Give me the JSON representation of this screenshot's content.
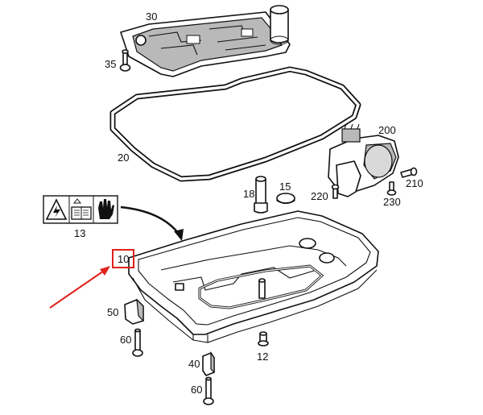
{
  "diagram": {
    "part_numbers": {
      "p30": "30",
      "p35": "35",
      "p20": "20",
      "p200": "200",
      "p210": "210",
      "p18": "18",
      "p15": "15",
      "p220": "220",
      "p230": "230",
      "p13": "13",
      "p10": "10",
      "p50": "50",
      "p60a": "60",
      "p12": "12",
      "p40": "40",
      "p60b": "60"
    },
    "highlight_color": "#e0201b",
    "warning_icons": [
      "electric-shock-warning-icon",
      "read-manual-icon",
      "hand-glove-icon"
    ]
  }
}
